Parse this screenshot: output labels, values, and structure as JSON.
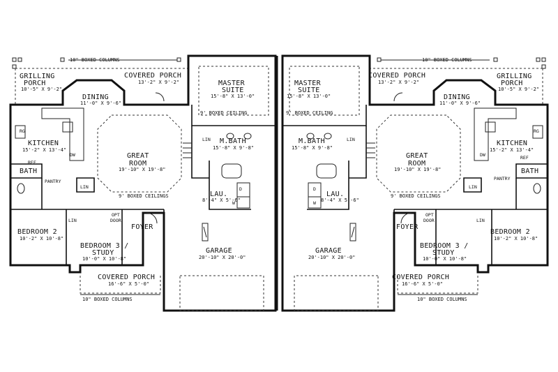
{
  "units": {
    "left": {
      "grilling_porch": {
        "name1": "GRILLING",
        "name2": "PORCH",
        "dim": "10'-5\" X 9'-2\""
      },
      "covered_porch_rear": {
        "name": "COVERED PORCH",
        "dim": "13'-2\" X 9'-2\""
      },
      "dining": {
        "name": "DINING",
        "dim": "11'-0\" X 9'-6\""
      },
      "kitchen": {
        "name": "KITCHEN",
        "dim": "15'-2\" X 13'-4\"",
        "rg": "RG",
        "dw": "DW",
        "ref": "REF"
      },
      "great_room": {
        "name1": "GREAT",
        "name2": "ROOM",
        "dim": "19'-10\" X 19'-8\"",
        "ceiling": "9' BOXED CEILINGS"
      },
      "bath": {
        "name": "BATH"
      },
      "pantry": {
        "name": "PANTRY"
      },
      "linen_1": {
        "name": "LIN"
      },
      "bedroom2": {
        "name": "BEDROOM 2",
        "dim": "10'-2\" X 10'-8\""
      },
      "bedroom3": {
        "name1": "BEDROOM 3 /",
        "name2": "STUDY",
        "dim": "10'-0\" X 10'-8\""
      },
      "linen_2": {
        "name": "LIN"
      },
      "opt_door": {
        "line1": "OPT",
        "line2": "DOOR"
      },
      "foyer": {
        "name": "FOYER"
      },
      "covered_porch_front": {
        "name": "COVERED PORCH",
        "dim": "16'-6\" X 5'-0\""
      },
      "front_columns": {
        "label": "10\" BOXED COLUMNS"
      },
      "master_suite": {
        "name1": "MASTER",
        "name2": "SUITE",
        "dim": "15'-8\" X 13'-0\"",
        "ceiling": "9' BOXED CEILING"
      },
      "master_bath": {
        "name": "M.BATH",
        "dim": "15'-8\" X 9'-8\"",
        "lin": "LIN"
      },
      "laundry": {
        "name": "LAU.",
        "dim": "8'-4\" X 5'-6\"",
        "d": "D",
        "w": "W"
      },
      "garage": {
        "name": "GARAGE",
        "dim": "20'-10\" X 20'-0\""
      }
    },
    "right": {
      "grilling_porch": {
        "name1": "GRILLING",
        "name2": "PORCH",
        "dim": "10'-5\" X 9'-2\""
      },
      "covered_porch_rear": {
        "name": "COVERED PORCH",
        "dim": "13'-2\" X 9'-2\""
      },
      "dining": {
        "name": "DINING",
        "dim": "11'-0\" X 9'-6\""
      },
      "kitchen": {
        "name": "KITCHEN",
        "dim": "15'-2\" X 13'-4\"",
        "rg": "RG",
        "dw": "DW",
        "ref": "REF"
      },
      "great_room": {
        "name1": "GREAT",
        "name2": "ROOM",
        "dim": "19'-10\" X 19'-8\"",
        "ceiling": "9' BOXED CEILINGS"
      },
      "bath": {
        "name": "BATH"
      },
      "pantry": {
        "name": "PANTRY"
      },
      "linen_1": {
        "name": "LIN"
      },
      "bedroom2": {
        "name": "BEDROOM 2",
        "dim": "10'-2\" X 10'-8\""
      },
      "bedroom3": {
        "name1": "BEDROOM 3 /",
        "name2": "STUDY",
        "dim": "10'-0\" X 10'-8\""
      },
      "linen_2": {
        "name": "LIN"
      },
      "opt_door": {
        "line1": "OPT",
        "line2": "DOOR"
      },
      "foyer": {
        "name": "FOYER"
      },
      "covered_porch_front": {
        "name": "COVERED PORCH",
        "dim": "16'-6\" X 5'-0\""
      },
      "front_columns": {
        "label": "10\" BOXED COLUMNS"
      },
      "master_suite": {
        "name1": "MASTER",
        "name2": "SUITE",
        "dim": "15'-8\" X 13'-0\"",
        "ceiling": "9' BOXED CEILING"
      },
      "master_bath": {
        "name": "M.BATH",
        "dim": "15'-8\" X 9'-8\"",
        "lin": "LIN"
      },
      "laundry": {
        "name": "LAU.",
        "dim": "8'-4\" X 5'-6\"",
        "d": "D",
        "w": "W"
      },
      "garage": {
        "name": "GARAGE",
        "dim": "20'-10\" X 20'-0\""
      }
    }
  },
  "rear_columns_left": "10\" BOXED COLUMNS",
  "rear_columns_right": "10\" BOXED COLUMNS"
}
